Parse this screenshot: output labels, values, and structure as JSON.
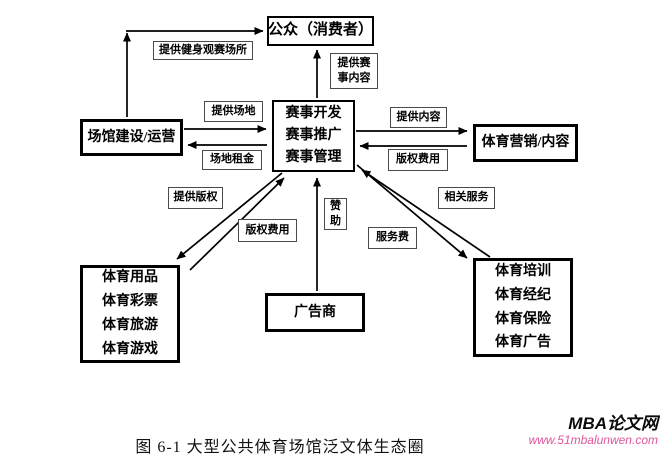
{
  "diagram": {
    "nodes": {
      "public": "公众（消费者）",
      "center": {
        "lines": [
          "赛事开发",
          "赛事推广",
          "赛事管理"
        ]
      },
      "venue": "场馆建设/运营",
      "marketing": "体育营销/内容",
      "goods": {
        "lines": [
          "体育用品",
          "体育彩票",
          "体育旅游",
          "体育游戏"
        ]
      },
      "advertiser": "广告商",
      "training": {
        "lines": [
          "体育培训",
          "体育经纪",
          "体育保险",
          "体育广告"
        ]
      }
    },
    "edge_labels": {
      "provide_fitness_venue": "提供健身观赛场所",
      "provide_event_content": "提供赛事内容",
      "provide_venue": "提供场地",
      "venue_rent": "场地租金",
      "provide_content": "提供内容",
      "copyright_fee_right": "版权费用",
      "provide_copyright": "提供版权",
      "copyright_fee_left": "版权费用",
      "sponsorship": "赞助",
      "service_fee": "服务费",
      "related_services": "相关服务"
    }
  },
  "caption": "图 6-1 大型公共体育场馆泛文体生态圈",
  "watermark": {
    "brand": "MBA论文网",
    "url": "www.51mbalunwen.com",
    "url_color": "#e0559e"
  }
}
